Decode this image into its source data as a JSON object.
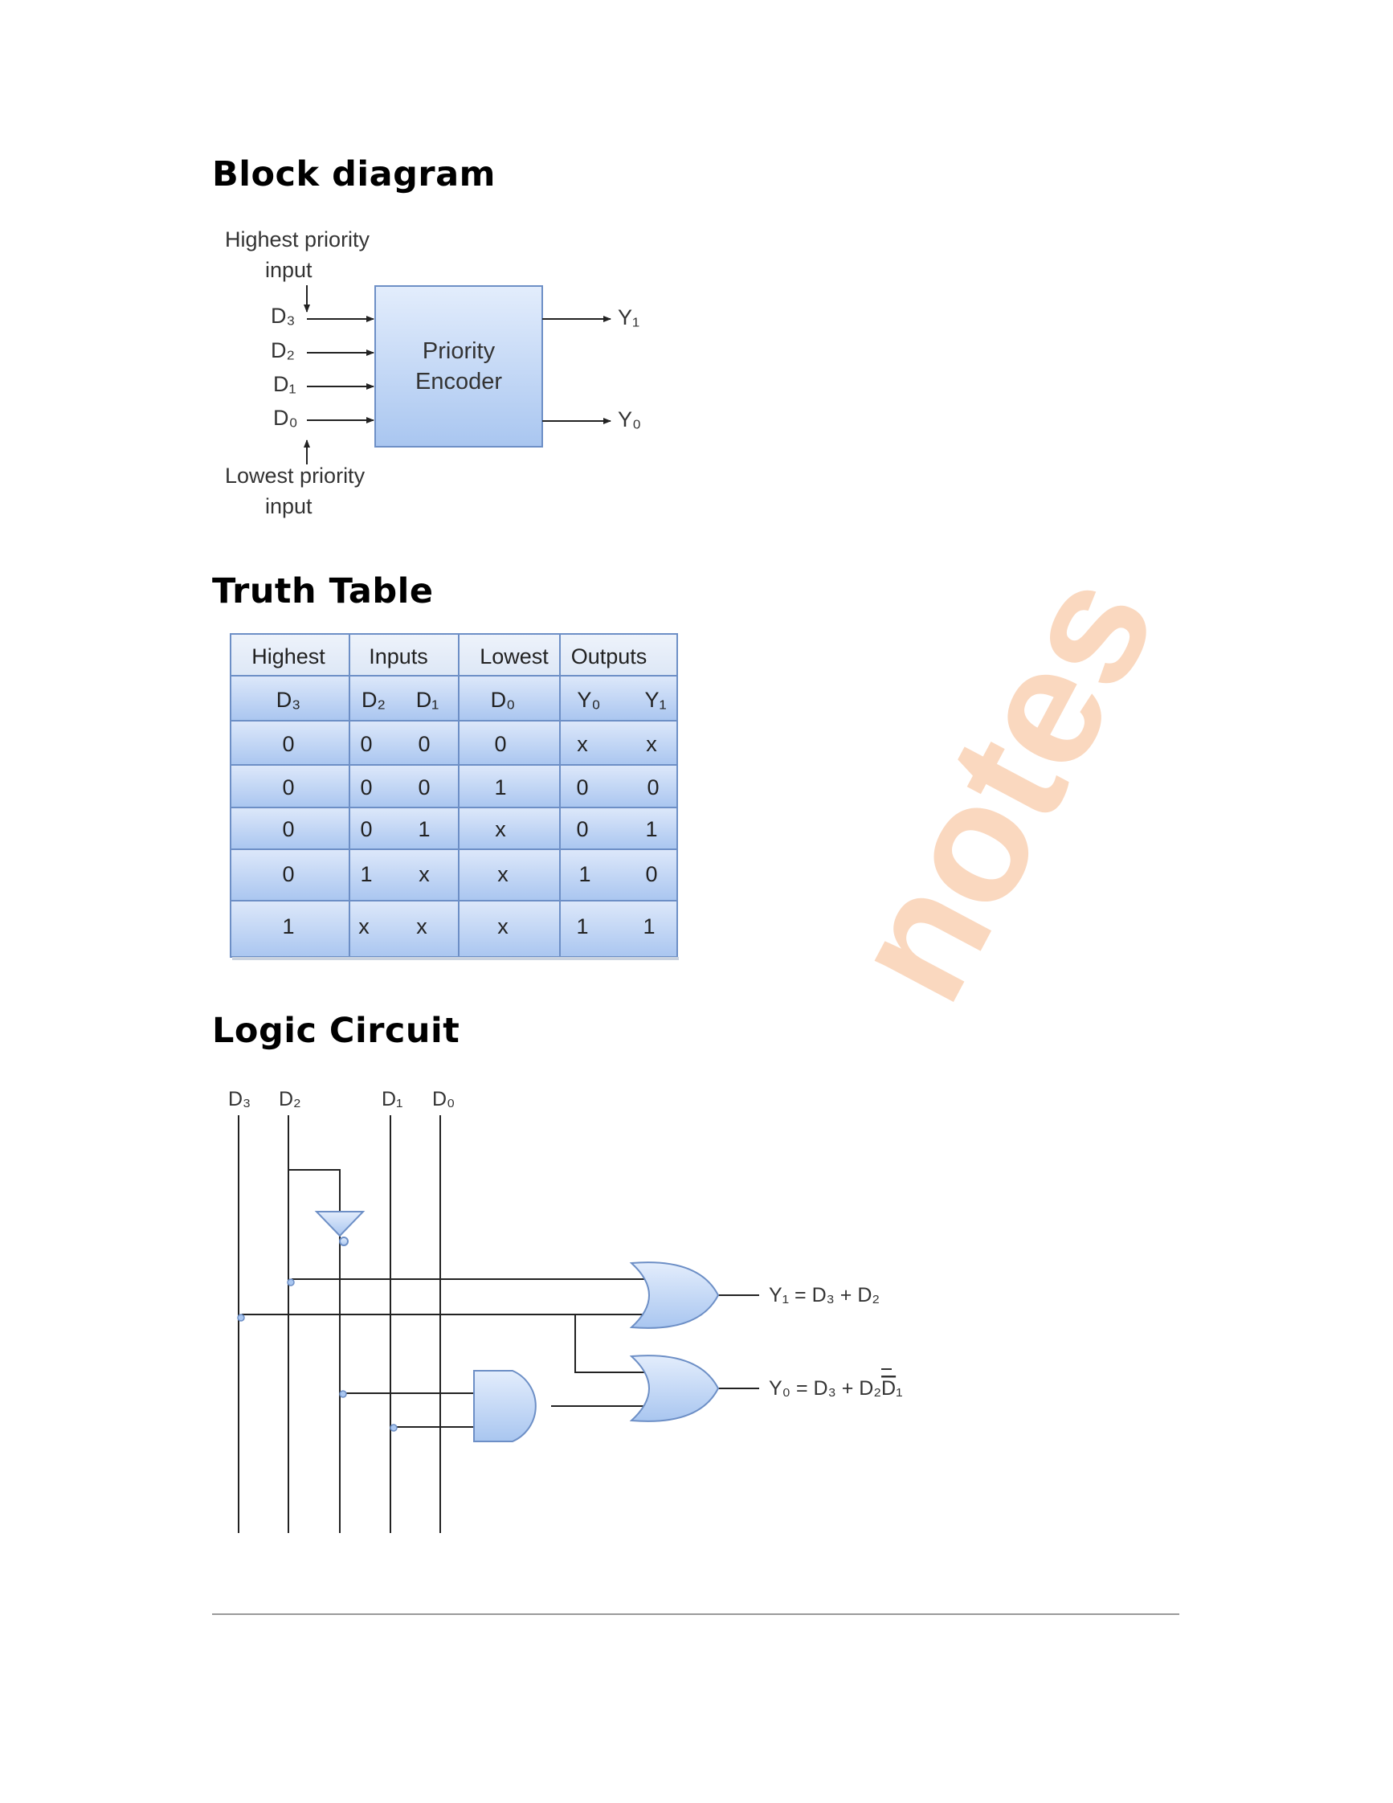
{
  "sections": {
    "block_title": "Block diagram",
    "truth_title": "Truth Table",
    "logic_title": "Logic Circuit"
  },
  "block_diagram": {
    "highest_label_1": "Highest priority",
    "highest_label_2": "input",
    "lowest_label_1": "Lowest priority",
    "lowest_label_2": "input",
    "box_label_1": "Priority",
    "box_label_2": "Encoder",
    "inputs": [
      "D₃",
      "D₂",
      "D₁",
      "D₀"
    ],
    "outputs": [
      "Y₁",
      "Y₀"
    ]
  },
  "truth_table": {
    "group_headers": [
      "Highest",
      "Inputs",
      "Lowest",
      "Outputs"
    ],
    "column_headers": [
      "D₃",
      "D₂",
      "D₁",
      "D₀",
      "Y₀",
      "Y₁"
    ],
    "rows": [
      [
        "0",
        "0",
        "0",
        "0",
        "x",
        "x"
      ],
      [
        "0",
        "0",
        "0",
        "1",
        "0",
        "0"
      ],
      [
        "0",
        "0",
        "1",
        "x",
        "0",
        "1"
      ],
      [
        "0",
        "1",
        "x",
        "x",
        "1",
        "0"
      ],
      [
        "1",
        "x",
        "x",
        "x",
        "1",
        "1"
      ]
    ]
  },
  "logic_circuit": {
    "inputs": [
      "D₃",
      "D₂",
      "D₁",
      "D₀"
    ],
    "y1_equation": "Y₁ = D₃ + D₂",
    "y0_equation_prefix": "Y₀ = D₃ + D",
    "y0_equation_sub1": "₂",
    "y0_equation_bar": "D",
    "y0_equation_sub2": "₁"
  },
  "colors": {
    "fill_light": "#dce8fa",
    "fill_dark": "#a9c6f0",
    "stroke": "#6d8fc6",
    "watermark": "#f6b98c"
  }
}
